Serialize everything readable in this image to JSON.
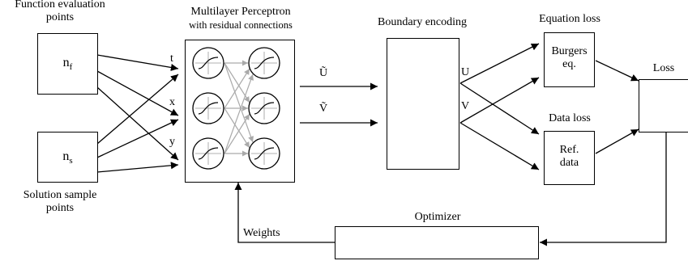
{
  "inputs": {
    "function_eval_label_1": "Function evaluation",
    "function_eval_label_2": "points",
    "nf_main": "n",
    "nf_sub": "f",
    "ns_main": "n",
    "ns_sub": "s",
    "solution_label_1": "Solution sample",
    "solution_label_2": "points",
    "var_t": "t",
    "var_x": "x",
    "var_y": "y"
  },
  "mlp": {
    "title_1": "Multilayer Perceptron",
    "title_2": "with residual connections"
  },
  "outputs": {
    "u_tilde": "Ũ",
    "v_tilde": "Ṽ",
    "u": "U",
    "v": "V"
  },
  "boundary": {
    "title": "Boundary encoding"
  },
  "equation_loss": {
    "title": "Equation loss",
    "box_line_1": "Burgers",
    "box_line_2": "eq."
  },
  "data_loss": {
    "title": "Data loss",
    "box_line_1": "Ref.",
    "box_line_2": "data"
  },
  "loss": {
    "title": "Loss"
  },
  "optimizer": {
    "title": "Optimizer"
  },
  "weights": {
    "label": "Weights"
  }
}
